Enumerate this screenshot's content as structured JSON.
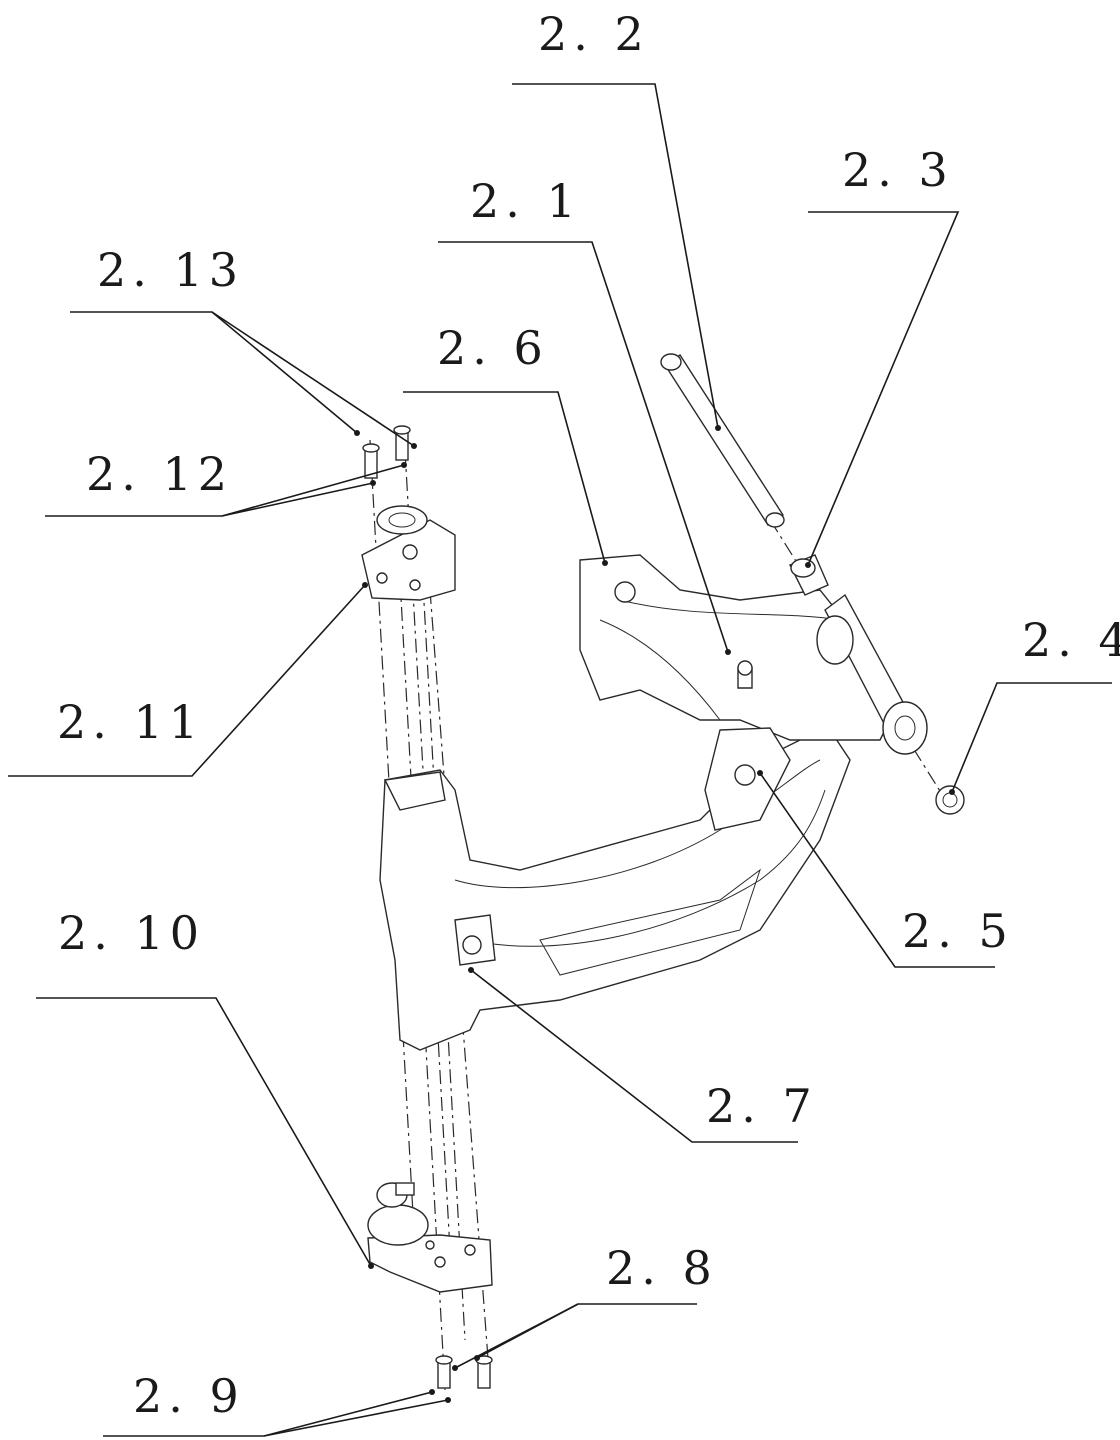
{
  "diagram": {
    "callouts": [
      {
        "id": "2_1",
        "label": "2. 1"
      },
      {
        "id": "2_2",
        "label": "2. 2"
      },
      {
        "id": "2_3",
        "label": "2. 3"
      },
      {
        "id": "2_4",
        "label": "2. 4"
      },
      {
        "id": "2_5",
        "label": "2. 5"
      },
      {
        "id": "2_6",
        "label": "2. 6"
      },
      {
        "id": "2_7",
        "label": "2. 7"
      },
      {
        "id": "2_8",
        "label": "2. 8"
      },
      {
        "id": "2_9",
        "label": "2. 9"
      },
      {
        "id": "2_10",
        "label": "2. 10"
      },
      {
        "id": "2_11",
        "label": "2. 11"
      },
      {
        "id": "2_12",
        "label": "2. 12"
      },
      {
        "id": "2_13",
        "label": "2. 13"
      }
    ]
  }
}
